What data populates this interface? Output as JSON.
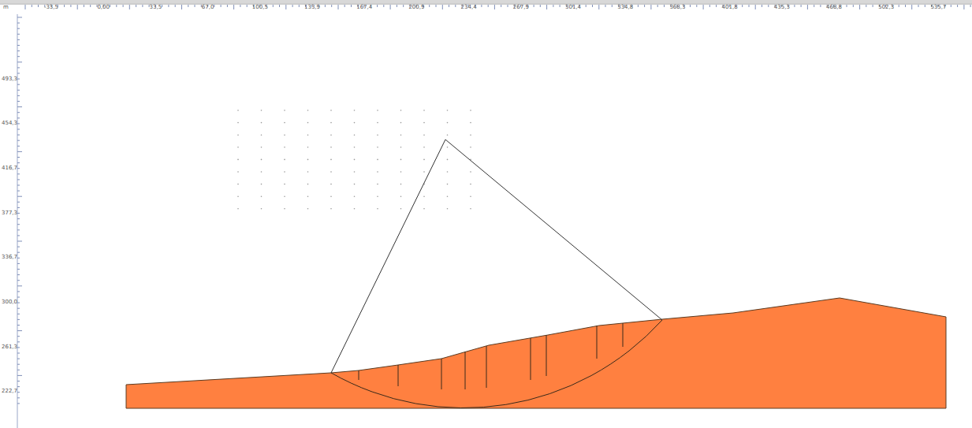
{
  "diagram": {
    "labels": [
      "m",
      "-33,5",
      "0,00",
      "33,5",
      "67,0",
      "100,5",
      "133,9",
      "167,4",
      "200,9",
      "234,4",
      "267,9",
      "301,4",
      "334,8",
      "368,3",
      "401,8",
      "435,3",
      "468,8",
      "502,3",
      "535,7",
      "493,3",
      "454,3",
      "416,7",
      "377,3",
      "336,7",
      "300,0",
      "261,3",
      "222,7"
    ]
  }
}
